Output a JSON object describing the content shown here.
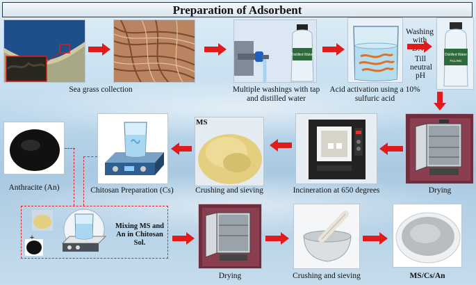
{
  "title": "Preparation of Adsorbent",
  "steps": {
    "sea_grass": "Sea grass collection",
    "washings": "Multiple washings with tap and distilled water",
    "acid": "Acid activation using a 10% sulfuric acid",
    "washing_dw": "Washing with D.W",
    "till_neutral": "Till neutral pH",
    "drying1": "Drying",
    "incineration": "Incineration at 650 degrees",
    "crushing1": "Crushing and sieving",
    "ms_tag": "MS",
    "chitosan": "Chitosan Preparation (Cs)",
    "anthracite": "Anthracite (An)",
    "mixing": "Mixing MS and An in Chitosan Sol.",
    "plus": "+",
    "drying2": "Drying",
    "crushing2": "Crushing and sieving",
    "final": "MS/Cs/An"
  },
  "bottle_label": "Distilled Water",
  "bottle_brand": "FILLING",
  "colors": {
    "arrow": "#e01b1b",
    "dashed": "#d22222"
  }
}
